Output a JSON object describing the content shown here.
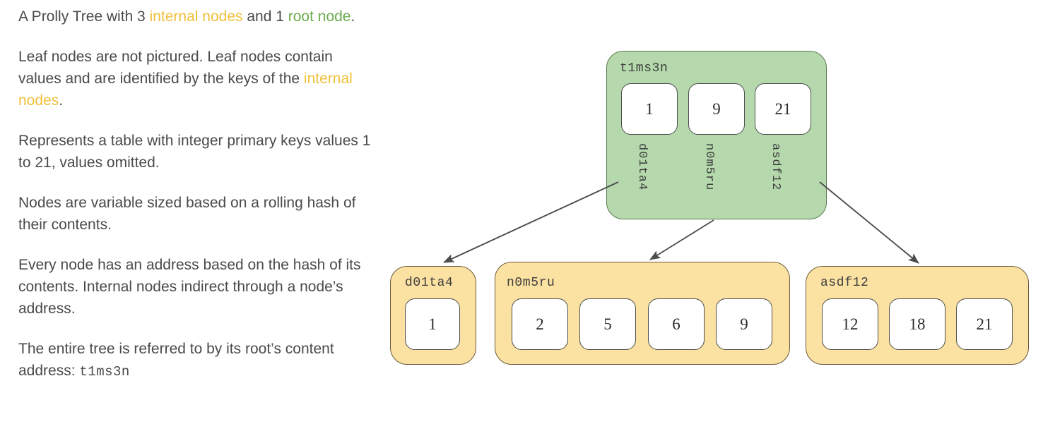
{
  "description": {
    "paragraphs": [
      {
        "id": "p1",
        "segments": [
          {
            "text": "A Prolly Tree with 3 ",
            "style": "plain"
          },
          {
            "text": "internal nodes",
            "style": "internal"
          },
          {
            "text": " and 1 ",
            "style": "plain"
          },
          {
            "text": "root node",
            "style": "root"
          },
          {
            "text": ".",
            "style": "plain"
          }
        ]
      },
      {
        "id": "p2",
        "segments": [
          {
            "text": "Leaf nodes are not pictured. Leaf nodes contain values and are identified by the keys of the ",
            "style": "plain"
          },
          {
            "text": "internal nodes",
            "style": "internal"
          },
          {
            "text": ".",
            "style": "plain"
          }
        ]
      },
      {
        "id": "p3",
        "segments": [
          {
            "text": "Represents a table with integer primary keys values 1 to 21, values omitted.",
            "style": "plain"
          }
        ]
      },
      {
        "id": "p4",
        "segments": [
          {
            "text": "Nodes are variable sized based on a rolling hash of their contents.",
            "style": "plain"
          }
        ]
      },
      {
        "id": "p5",
        "segments": [
          {
            "text": "Every node has an address based on the hash of its contents. Internal nodes indirect through a node’s address.",
            "style": "plain"
          }
        ]
      },
      {
        "id": "p6",
        "segments": [
          {
            "text": "The entire tree is referred to by its root’s content address: ",
            "style": "plain"
          },
          {
            "text": "t1ms3n",
            "style": "mono"
          }
        ]
      }
    ]
  },
  "colors": {
    "root_node_fill": "#b5d9ac",
    "root_node_border": "#5c7a52",
    "leaf_node_fill": "#fce2a2",
    "leaf_node_border": "#6b5a3a",
    "cell_fill": "#ffffff",
    "cell_border": "#4d4d4d",
    "arrow": "#4d4d4d",
    "text": "#4a4a4a",
    "highlight_internal": "#f0c03a",
    "highlight_root": "#69ab4d"
  },
  "tree": {
    "root": {
      "address": "t1ms3n",
      "cells": [
        {
          "key": "1",
          "pointer": "d01ta4"
        },
        {
          "key": "9",
          "pointer": "n0m5ru"
        },
        {
          "key": "21",
          "pointer": "asdf12"
        }
      ]
    },
    "internal_nodes": [
      {
        "address": "d01ta4",
        "keys": [
          "1"
        ]
      },
      {
        "address": "n0m5ru",
        "keys": [
          "2",
          "5",
          "6",
          "9"
        ]
      },
      {
        "address": "asdf12",
        "keys": [
          "12",
          "18",
          "21"
        ]
      }
    ],
    "edges": [
      {
        "from": "t1ms3n",
        "to": "d01ta4"
      },
      {
        "from": "t1ms3n",
        "to": "n0m5ru"
      },
      {
        "from": "t1ms3n",
        "to": "asdf12"
      }
    ]
  }
}
